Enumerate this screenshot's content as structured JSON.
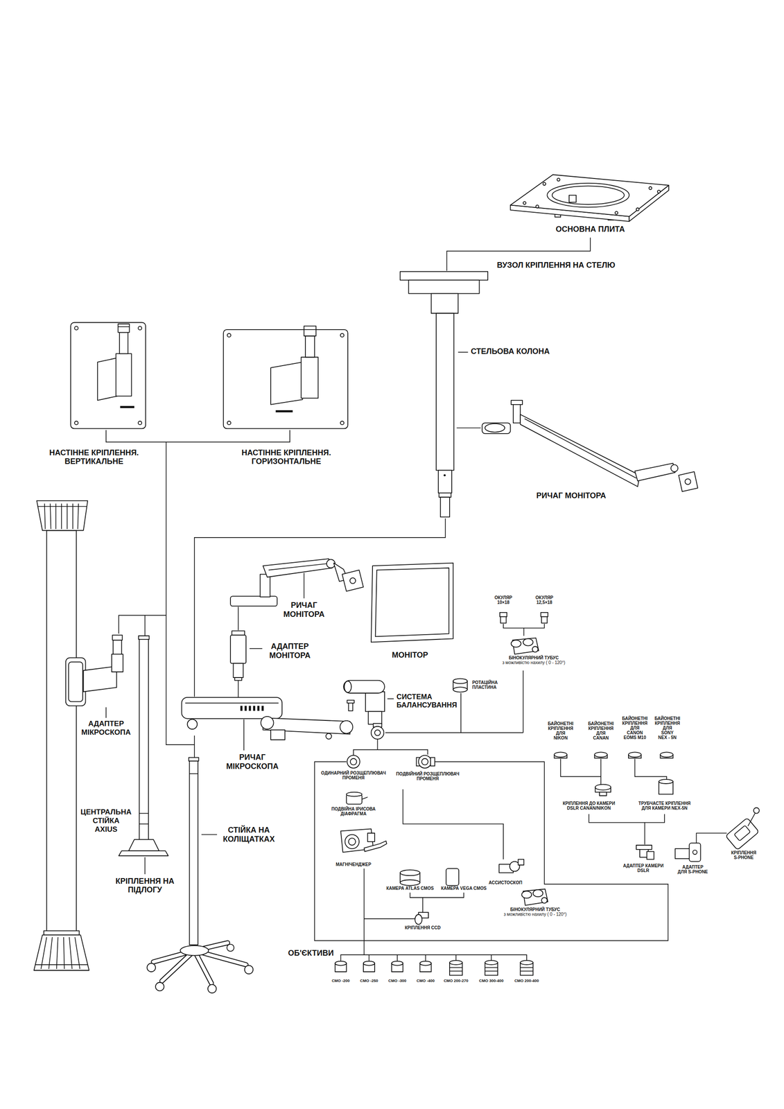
{
  "diagram": {
    "labels": [
      "ОСНОВНА ПЛИТА",
      "ВУЗОЛ КРІПЛЕННЯ НА СТЕЛЮ",
      "СТЕЛЬОВА КОЛОНА",
      "НАСТІННЕ КРІПЛЕННЯ. ВЕРТИКАЛЬНЕ",
      "НАСТІННЕ КРІПЛЕННЯ. ГОРИЗОНТАЛЬНЕ",
      "РИЧАГ МОНІТОРА",
      "РИЧАГ МОНІТОРА",
      "АДАПТЕР МОНІТОРА",
      "МОНІТОР",
      "ОКУЛЯР 10×18",
      "ОКУЛЯР 12,5×18",
      "БІНОКУЛЯРНИЙ ТУБУС з можливістю нахилу ( 0 - 120°)",
      "РОТАЦІЙНА ПЛАСТИНА",
      "СИСТЕМА БАЛАНСУВАННЯ",
      "ЦЕНТРАЛЬНА СТІЙКА AXIUS",
      "АДАПТЕР МІКРОСКОПА",
      "КРІПЛЕННЯ НА ПІДЛОГУ",
      "РИЧАГ МІКРОСКОПА",
      "СТІЙКА НА КОЛІЩАТКАХ",
      "БАЙОНЕТНІ КРІПЛЕННЯ ДЛЯ NIKON",
      "БАЙОНЕТНІ КРІПЛЕННЯ ДЛЯ CANAN",
      "БАЙОНЕТНІ КРІПЛЕННЯ ДЛЯ CANON EOMS M10",
      "БАЙОНЕТНІ КРІПЛЕННЯ ДЛЯ SONY NEX - 5N",
      "ОДИНАРНИЙ РОЗЩЕПЛЮВАЧ ПРОМЕНЯ",
      "ПОДВІЙНИЙ РОЗЩЕПЛЮВАЧ ПРОМЕНЯ",
      "ПОДВІЙНА ІРИСОВА ДІАФРАГМА",
      "МАГНІЧЕНДЖЕР",
      "КАМЕРА ATLAS CMOS",
      "КАМЕРА VEGA CMOS",
      "КРІПЛЕННЯ CCD",
      "АССИСТОСКОП",
      "БІНОКУЛЯРНИЙ ТУБУС з можливістю нахилу ( 0 - 120°)",
      "КРІПЛЕННЯ ДО КАМЕРИ DSLR CANAN/NIKON",
      "ТРУБЧАСТЕ КРІПЛЕННЯ ДЛЯ КАМЕРИ NEX-5N",
      "АДАПТЕР КАМЕРИ DSLR",
      "АДАПТЕР ДЛЯ S-PHONE",
      "КРІПЛЕННЯ S-PHONE",
      "ОБ'ЄКТИВИ",
      "СМО -200",
      "СМО -250",
      "СМО -300",
      "СМО -400",
      "СМО 200-270",
      "СМО 300-400",
      "СМО 200-400"
    ]
  }
}
